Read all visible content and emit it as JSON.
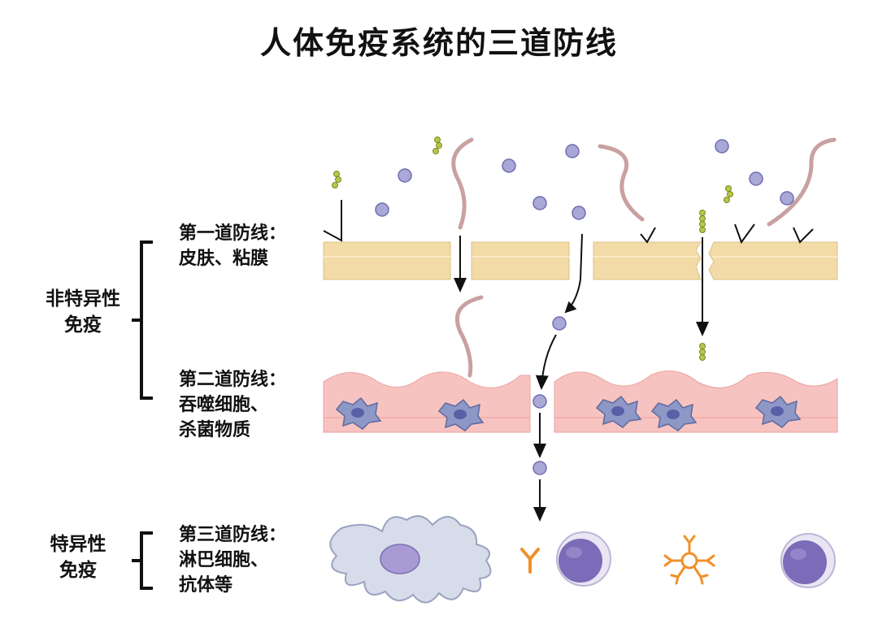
{
  "title": "人体免疫系统的三道防线",
  "groups": {
    "nonspecific": [
      "非特异性",
      "免疫"
    ],
    "specific": [
      "特异性",
      "免疫"
    ]
  },
  "lines": {
    "first": {
      "name": "第一道防线：",
      "detail": [
        "皮肤、粘膜"
      ]
    },
    "second": {
      "name": "第二道防线：",
      "detail": [
        "吞噬细胞、",
        "杀菌物质"
      ]
    },
    "third": {
      "name": "第三道防线：",
      "detail": [
        "淋巴细胞、",
        "抗体等"
      ]
    }
  },
  "colors": {
    "skin": "#f3dba7",
    "tissue": "#f7c3c0",
    "microbe": "#a9a8d6",
    "lymphocyte": "#7b6bb8",
    "antibody": "#f0902a",
    "worm": "#c9a1a0",
    "chain": "#b8c64a"
  }
}
